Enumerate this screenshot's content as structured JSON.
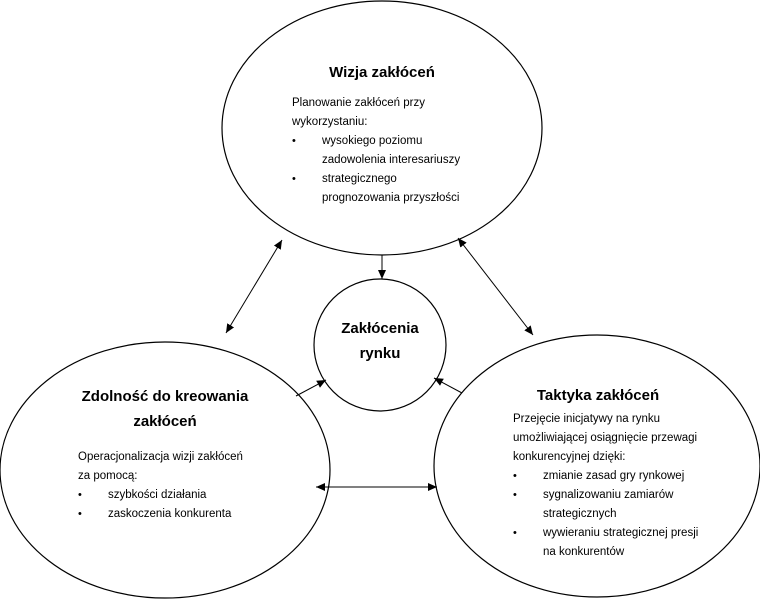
{
  "vision": {
    "title": "Wizja zakłóceń",
    "intro": [
      "Planowanie zakłóceń przy",
      "wykorzystaniu:"
    ],
    "bullets": [
      [
        "wysokiego poziomu",
        "zadowolenia interesariuszy"
      ],
      [
        "strategicznego",
        "prognozowania przyszłości"
      ]
    ]
  },
  "center": {
    "title_line1": "Zakłócenia",
    "title_line2": "rynku"
  },
  "capability": {
    "title_line1": "Zdolność do kreowania",
    "title_line2": "zakłóceń",
    "intro": [
      "Operacjonalizacja wizji zakłóceń",
      "za pomocą:"
    ],
    "bullets": [
      "szybkości działania",
      "zaskoczenia konkurenta"
    ]
  },
  "tactics": {
    "title": "Taktyka zakłóceń",
    "intro": [
      "Przejęcie inicjatywy na rynku",
      "umożliwiającej osiągnięcie przewagi",
      "konkurencyjnej dzięki:"
    ],
    "bullets": [
      [
        "zmianie zasad gry rynkowej"
      ],
      [
        "sygnalizowaniu zamiarów",
        "strategicznych"
      ],
      [
        "wywieraniu strategicznej presji",
        "na konkurentów"
      ]
    ]
  },
  "bullet_glyph": "•"
}
